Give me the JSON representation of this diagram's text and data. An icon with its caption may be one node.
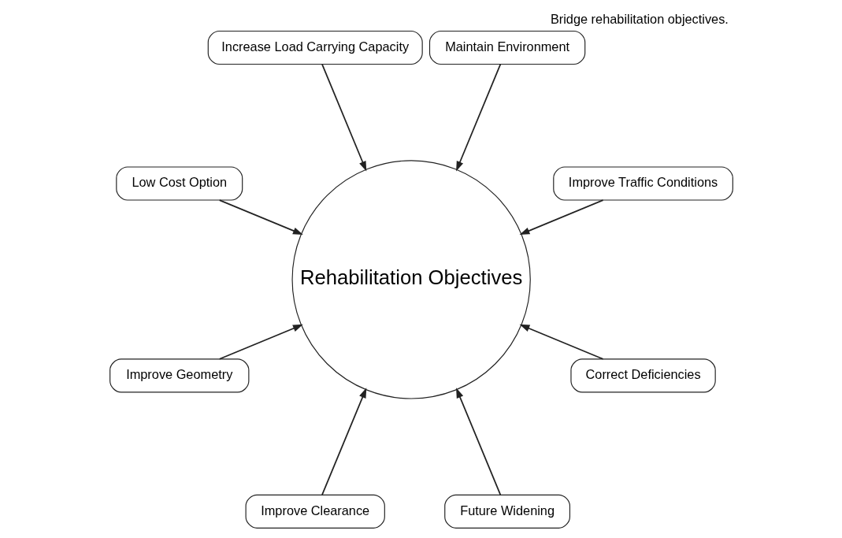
{
  "diagram": {
    "caption": "Bridge rehabilitation objectives.",
    "nodes": [
      {
        "text": [
          "Improve Traffic Conditions"
        ]
      },
      {
        "text": [
          "Maintain Environment"
        ]
      },
      {
        "text": [
          "Increase Load Carrying Capacity"
        ]
      },
      {
        "text": [
          "Low Cost Option"
        ]
      },
      {
        "text": [
          "Rehabilitation Objectives"
        ]
      },
      {
        "text": [
          "Improve Geometry"
        ]
      },
      {
        "text": [
          "Improve Clearance"
        ]
      },
      {
        "text": [
          "Future Widening"
        ]
      },
      {
        "text": [
          "Correct Deficiencies"
        ]
      }
    ],
    "edges": [
      {
        "from": 0,
        "to": 4,
        "arrow": "to"
      },
      {
        "from": 1,
        "to": 4,
        "arrow": "to"
      },
      {
        "from": 2,
        "to": 4,
        "arrow": "to"
      },
      {
        "from": 3,
        "to": 4,
        "arrow": "to"
      },
      {
        "from": 5,
        "to": 4,
        "arrow": "to"
      },
      {
        "from": 6,
        "to": 4,
        "arrow": "to"
      },
      {
        "from": 7,
        "to": 4,
        "arrow": "to"
      },
      {
        "from": 8,
        "to": 4,
        "arrow": "to"
      }
    ]
  }
}
